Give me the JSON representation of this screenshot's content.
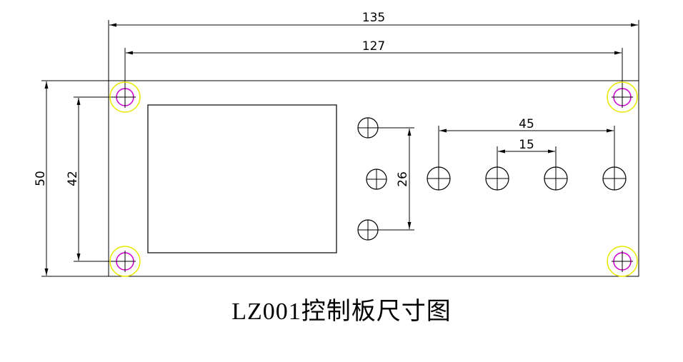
{
  "caption": "LZ001控制板尺寸图",
  "dimensions": {
    "overall_width": "135",
    "hole_spacing_width": "127",
    "overall_height": "50",
    "hole_spacing_height": "42",
    "button_column_span": "26",
    "button_row_span": "45",
    "button_pitch": "15"
  },
  "colors": {
    "line": "#000000",
    "mount_outer": "#e8e800",
    "mount_inner": "#cc00cc"
  }
}
